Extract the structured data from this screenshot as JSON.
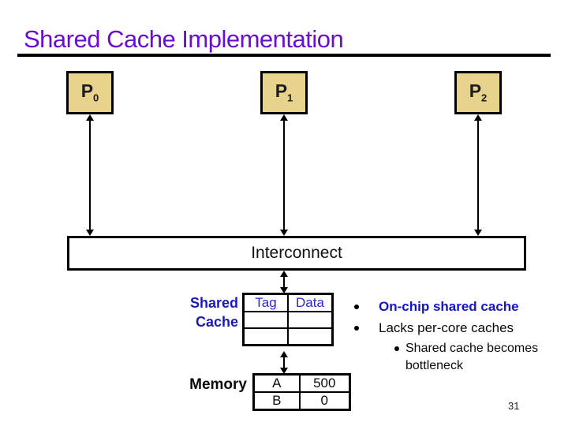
{
  "slide": {
    "title": "Shared Cache Implementation",
    "page_number": "31"
  },
  "processors": [
    {
      "label": "P",
      "sub": "0"
    },
    {
      "label": "P",
      "sub": "1"
    },
    {
      "label": "P",
      "sub": "2"
    }
  ],
  "interconnect": {
    "label": "Interconnect"
  },
  "shared_cache": {
    "label": "Shared Cache",
    "headers": [
      "Tag",
      "Data"
    ],
    "rows": [
      [
        "",
        ""
      ],
      [
        "",
        ""
      ]
    ]
  },
  "memory": {
    "label": "Memory",
    "rows": [
      [
        "A",
        "500"
      ],
      [
        "B",
        "0"
      ]
    ]
  },
  "bullets": [
    {
      "text": "On-chip shared cache",
      "level": 1,
      "style": "blue-bold"
    },
    {
      "text": "Lacks per-core caches",
      "level": 1,
      "style": "normal"
    },
    {
      "text": "Shared cache becomes bottleneck",
      "level": 2,
      "style": "normal"
    }
  ],
  "colors": {
    "title_purple": "#6A0DCC",
    "label_blue": "#1B1BB4",
    "header_blue": "#2929CC",
    "bullet_blue": "#1414C8",
    "processor_fill": "#E8D38C"
  }
}
